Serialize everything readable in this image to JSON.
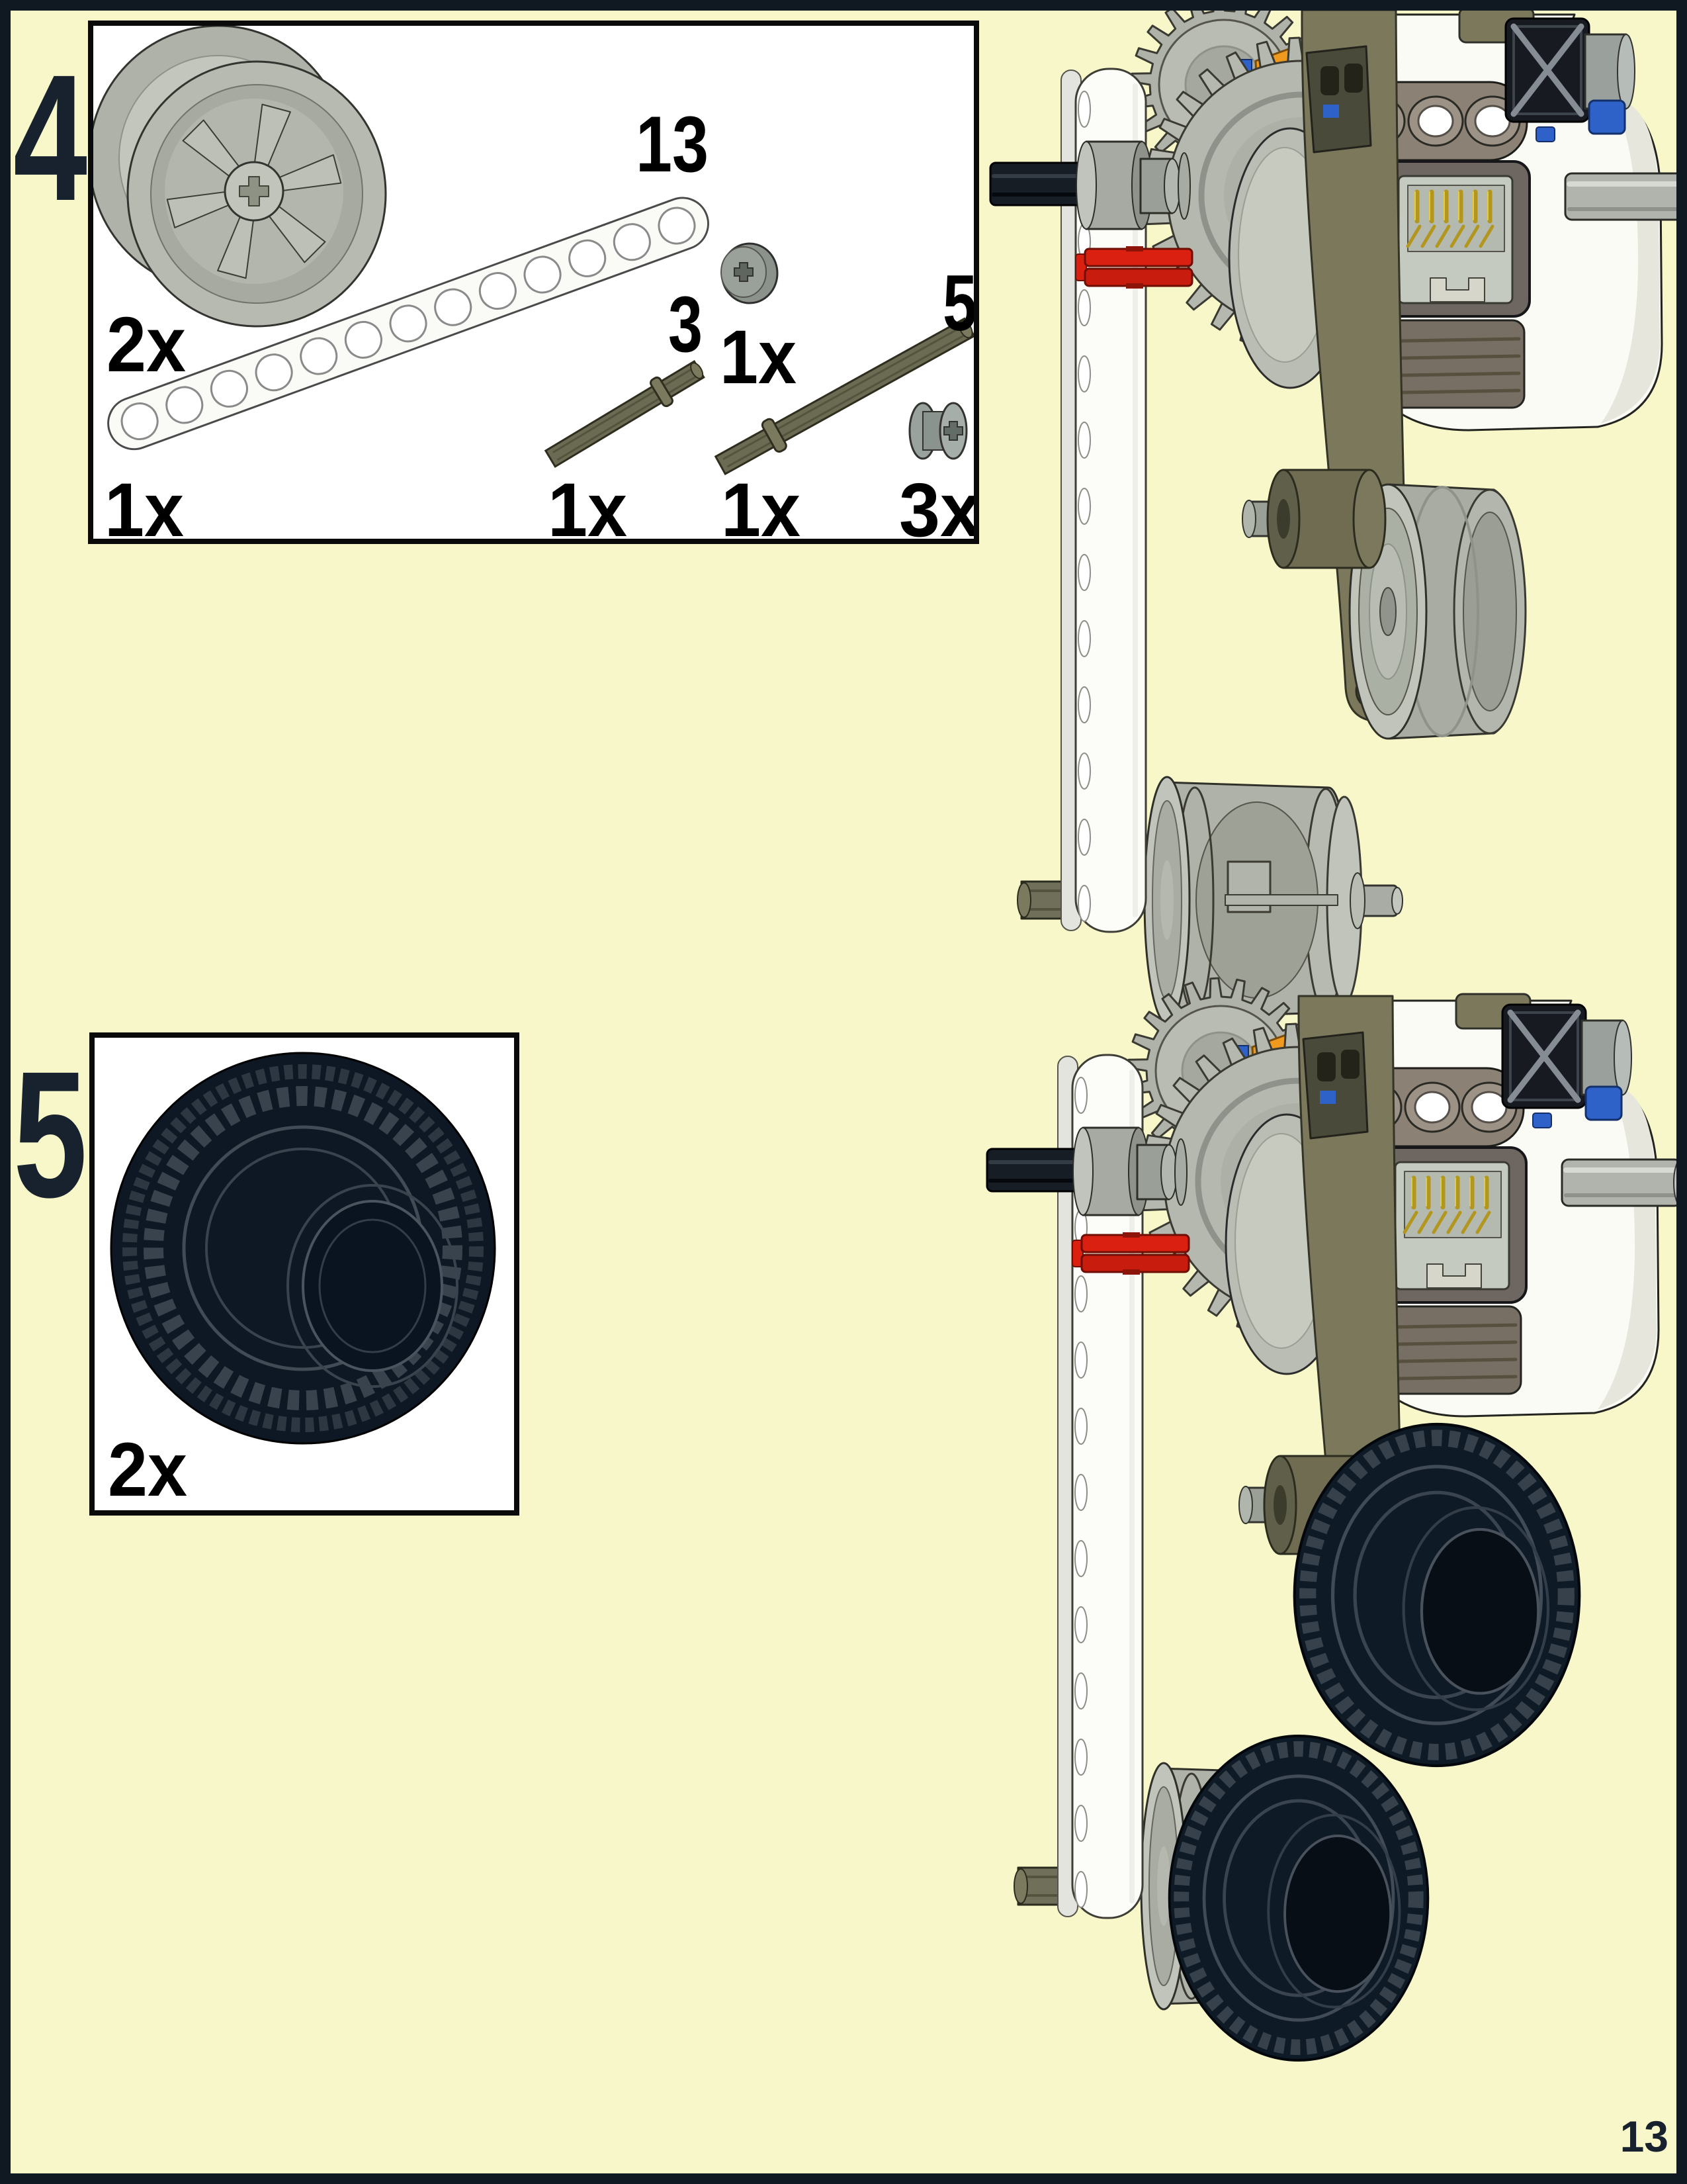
{
  "page": {
    "number": "13",
    "background_color": "#f7f7c9",
    "frame_color": "#101821"
  },
  "steps": [
    {
      "number": "4",
      "parts": [
        {
          "name": "wheel-hub",
          "count": "2x"
        },
        {
          "name": "technic-beam-13",
          "length_label": "13",
          "count": "1x"
        },
        {
          "name": "half-bushing",
          "count": "1x"
        },
        {
          "name": "axle-3",
          "length_label": "3",
          "count": "1x"
        },
        {
          "name": "axle-5-with-stop",
          "length_label": "5",
          "count": "1x"
        },
        {
          "name": "bushing",
          "count": "3x"
        }
      ]
    },
    {
      "number": "5",
      "parts": [
        {
          "name": "tire",
          "count": "2x"
        }
      ]
    }
  ],
  "illustrations": [
    {
      "name": "assembly-after-step-4",
      "description": "NXT motor with gears, vertical 13-hole beam, red bushings and two bare wheel hubs"
    },
    {
      "name": "assembly-after-step-5",
      "description": "same assembly with two black tires mounted"
    }
  ],
  "colors": {
    "step_number": "#18222e",
    "part_label": "#000000",
    "olive_beam": "#7b785c",
    "orange_rotor": "#ef9a1e",
    "red_bushing": "#da2010",
    "tire": "#0e1a26",
    "gear_gray": "#b4b8ae",
    "motor_white": "#fbfbf6",
    "rj12_gold": "#b3961e",
    "blue_pin": "#2e62c8"
  }
}
